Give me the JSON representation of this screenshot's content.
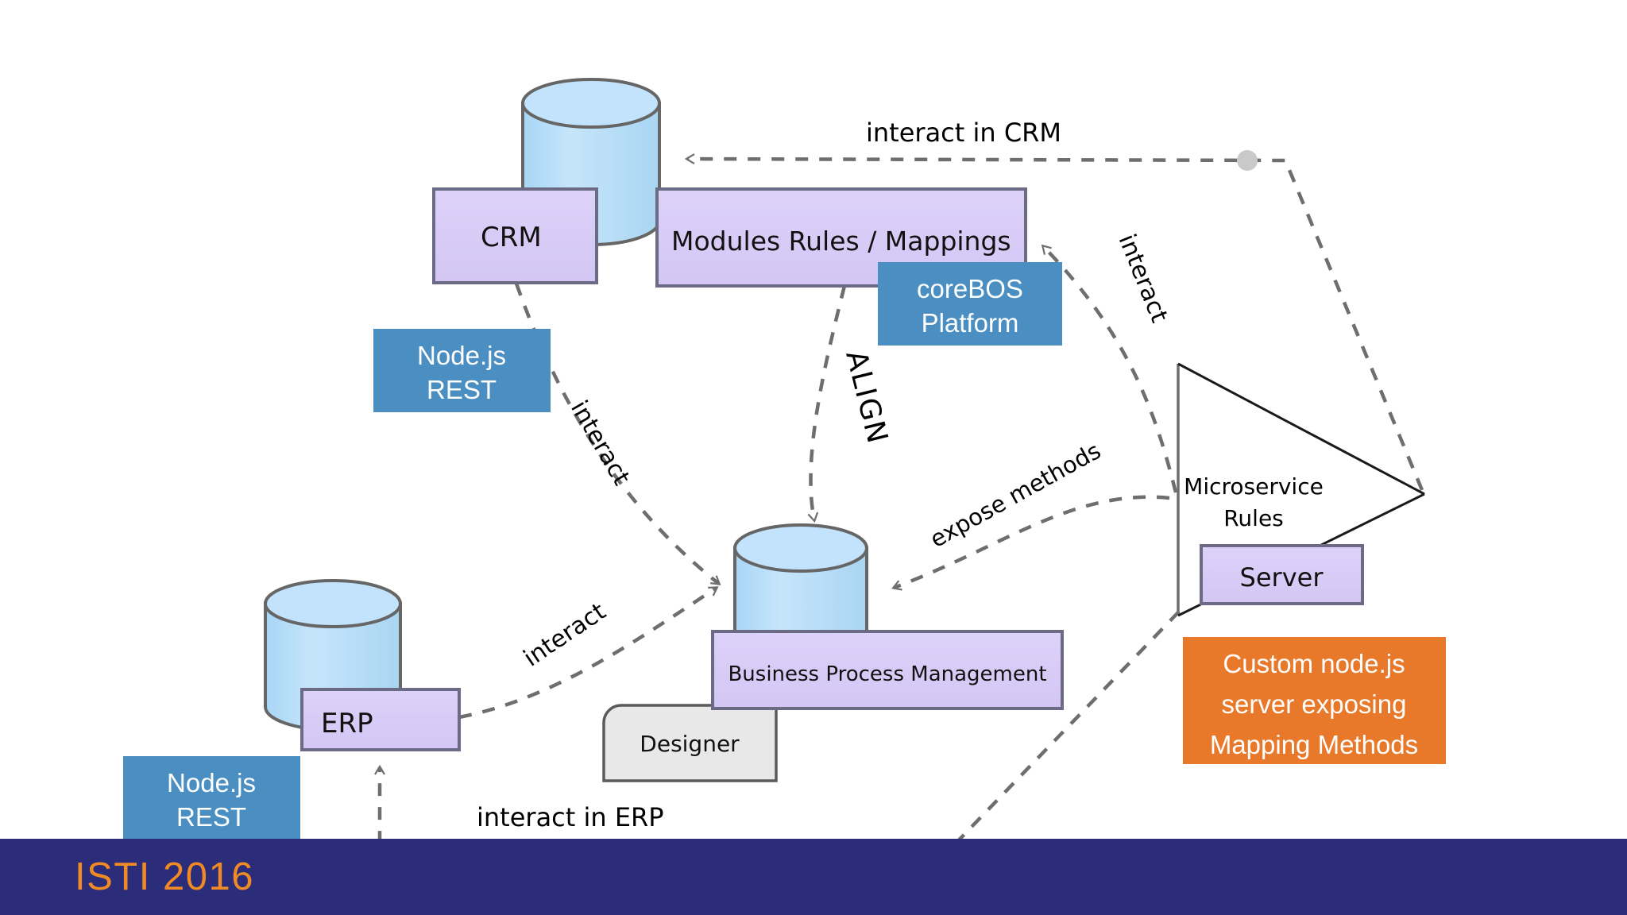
{
  "colors": {
    "cylinder_fill": "#b9ddf7",
    "cylinder_stroke": "#666666",
    "node_fill": "#d9cdf7",
    "node_stroke": "#6b6b86",
    "callout_blue": "#4a8ec2",
    "callout_orange": "#e8792a",
    "designer_fill": "#e8e8e8",
    "designer_stroke": "#5a5a5a",
    "dashed_line": "#6e6e6e",
    "solid_line": "#1a1a1a",
    "footer_bg": "#2b2d7a",
    "footer_text": "#f08a24",
    "white": "#ffffff"
  },
  "footer": {
    "title": "ISTI 2016"
  },
  "nodes": {
    "crm": {
      "label": "CRM"
    },
    "modules_rules": {
      "label": "Modules Rules / Mappings"
    },
    "bpm": {
      "label": "Business Process Management"
    },
    "designer": {
      "label": "Designer"
    },
    "erp": {
      "label": "ERP"
    },
    "server": {
      "label": "Server"
    },
    "microservice_rules": {
      "line1": "Microservice",
      "line2": "Rules"
    }
  },
  "callouts": {
    "corebos": {
      "line1": "coreBOS",
      "line2": "Platform"
    },
    "nodejs_crm": {
      "line1": "Node.js",
      "line2": "REST"
    },
    "nodejs_erp": {
      "line1": "Node.js",
      "line2": "REST"
    },
    "custom_server": {
      "line1": "Custom node.js",
      "line2": "server exposing",
      "line3": "Mapping Methods"
    }
  },
  "edge_labels": {
    "interact_in_crm": "interact in CRM",
    "interact_in_erp": "interact in ERP",
    "interact_right": "interact",
    "interact_crm_bpm": "interact",
    "interact_erp_bpm": "interact",
    "align": "ALIGN",
    "expose_methods": "expose methods"
  }
}
